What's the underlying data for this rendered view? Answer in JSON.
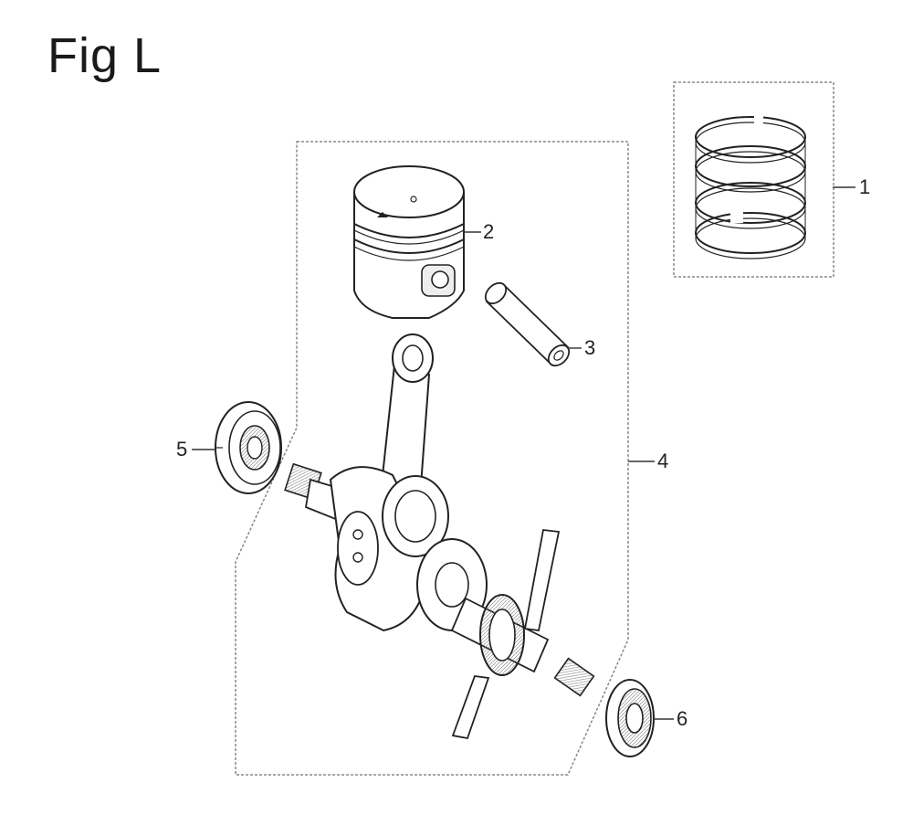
{
  "figure": {
    "title": "Fig L"
  },
  "parts": [
    {
      "number": "1",
      "icon": "piston-rings-icon"
    },
    {
      "number": "2",
      "icon": "piston-icon"
    },
    {
      "number": "3",
      "icon": "piston-pin-icon"
    },
    {
      "number": "4",
      "icon": "crankshaft-assembly-icon"
    },
    {
      "number": "5",
      "icon": "ball-bearing-icon"
    },
    {
      "number": "6",
      "icon": "oil-seal-icon"
    }
  ]
}
